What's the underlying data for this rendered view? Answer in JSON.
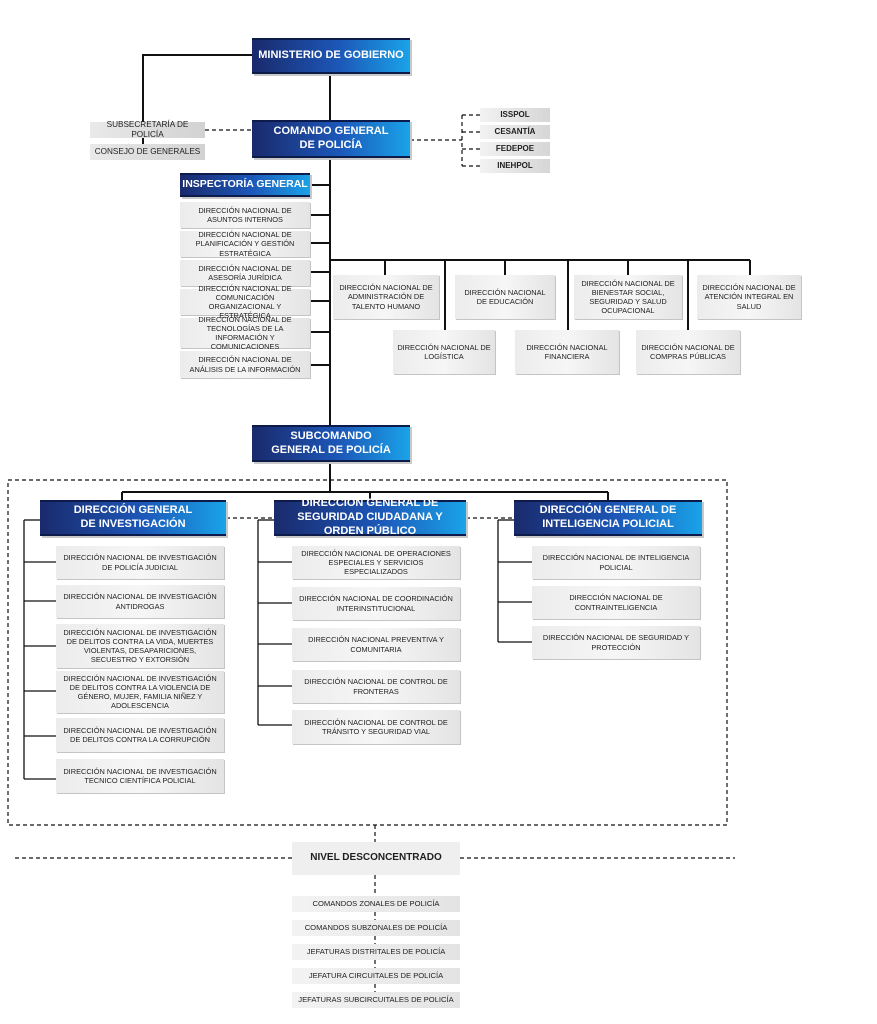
{
  "top": {
    "ministerio": "MINISTERIO DE GOBIERNO",
    "comando": "COMANDO GENERAL DE POLICÍA",
    "subsecretaria": "SUBSECRETARÍA DE POLICÍA",
    "consejo": "CONSEJO DE GENERALES",
    "inspectoria": "INSPECTORÍA GENERAL",
    "subcomando": "SUBCOMANDO GENERAL DE POLICÍA"
  },
  "agencies": [
    "ISSPOL",
    "CESANTÍA",
    "FEDEPOE",
    "INEHPOL"
  ],
  "inspectoria_units": [
    "DIRECCIÓN NACIONAL DE ASUNTOS INTERNOS",
    "DIRECCIÓN NACIONAL DE PLANIFICACIÓN Y GESTIÓN ESTRATÉGICA",
    "DIRECCIÓN NACIONAL DE ASESORÍA JURÍDICA",
    "DIRECCIÓN NACIONAL DE COMUNICACIÓN ORGANIZACIONAL Y ESTRATÉGICA",
    "DIRECCIÓN NACIONAL DE TECNOLOGÍAS DE LA INFORMACIÓN Y COMUNICACIONES",
    "DIRECCIÓN NACIONAL DE ANÁLISIS DE LA INFORMACIÓN"
  ],
  "support_upper": [
    "DIRECCIÓN NACIONAL DE ADMINISTRACIÓN DE TALENTO HUMANO",
    "DIRECCIÓN NACIONAL DE EDUCACIÓN",
    "DIRECCIÓN NACIONAL DE BIENESTAR SOCIAL, SEGURIDAD Y SALUD OCUPACIONAL",
    "DIRECCIÓN NACIONAL DE ATENCIÓN INTEGRAL EN SALUD"
  ],
  "support_lower": [
    "DIRECCIÓN NACIONAL DE LOGÍSTICA",
    "DIRECCIÓN NACIONAL FINANCIERA",
    "DIRECCIÓN NACIONAL DE COMPRAS PÚBLICAS"
  ],
  "directorates": [
    {
      "title": "DIRECCIÓN GENERAL DE INVESTIGACIÓN",
      "units": [
        "DIRECCIÓN NACIONAL DE INVESTIGACIÓN DE POLICÍA JUDICIAL",
        "DIRECCIÓN NACIONAL DE INVESTIGACIÓN ANTIDROGAS",
        "DIRECCIÓN NACIONAL DE INVESTIGACIÓN DE DELITOS CONTRA LA VIDA, MUERTES VIOLENTAS, DESAPARICIONES, SECUESTRO Y EXTORSIÓN",
        "DIRECCIÓN NACIONAL DE INVESTIGACIÓN DE DELITOS CONTRA LA VIOLENCIA DE GÉNERO, MUJER, FAMILIA NIÑEZ Y ADOLESCENCIA",
        "DIRECCIÓN NACIONAL DE INVESTIGACIÓN DE DELITOS CONTRA LA CORRUPCIÓN",
        "DIRECCIÓN NACIONAL DE INVESTIGACIÓN TECNICO CIENTÍFICA POLICIAL"
      ]
    },
    {
      "title": "DIRECCIÓN GENERAL DE SEGURIDAD CIUDADANA Y ORDEN PÚBLICO",
      "units": [
        "DIRECCIÓN NACIONAL DE OPERACIONES ESPECIALES Y SERVICIOS ESPECIALIZADOS",
        "DIRECCIÓN NACIONAL DE COORDINACIÓN INTERINSTITUCIONAL",
        "DIRECCIÓN NACIONAL PREVENTIVA Y COMUNITARIA",
        "DIRECCIÓN NACIONAL DE CONTROL DE FRONTERAS",
        "DIRECCIÓN NACIONAL DE CONTROL DE TRÁNSITO Y SEGURIDAD VIAL"
      ]
    },
    {
      "title": "DIRECCIÓN GENERAL DE INTELIGENCIA POLICIAL",
      "units": [
        "DIRECCIÓN NACIONAL DE INTELIGENCIA POLICIAL",
        "DIRECCIÓN NACIONAL DE CONTRAINTELIGENCIA",
        "DIRECCIÓN NACIONAL DE SEGURIDAD Y PROTECCIÓN"
      ]
    }
  ],
  "desconcentrado": {
    "title": "NIVEL DESCONCENTRADO",
    "levels": [
      "COMANDOS ZONALES DE POLICÍA",
      "COMANDOS SUBZONALES DE POLICÍA",
      "JEFATURAS DISTRITALES DE POLICÍA",
      "JEFATURA CIRCUITALES DE POLICÍA",
      "JEFATURAS SUBCIRCUITALES DE POLICÍA"
    ]
  },
  "colors": {
    "accent_dark": "#1a2a6c",
    "accent_light": "#1aa3e8",
    "line": "#111111",
    "box_grey": "#ececec"
  }
}
